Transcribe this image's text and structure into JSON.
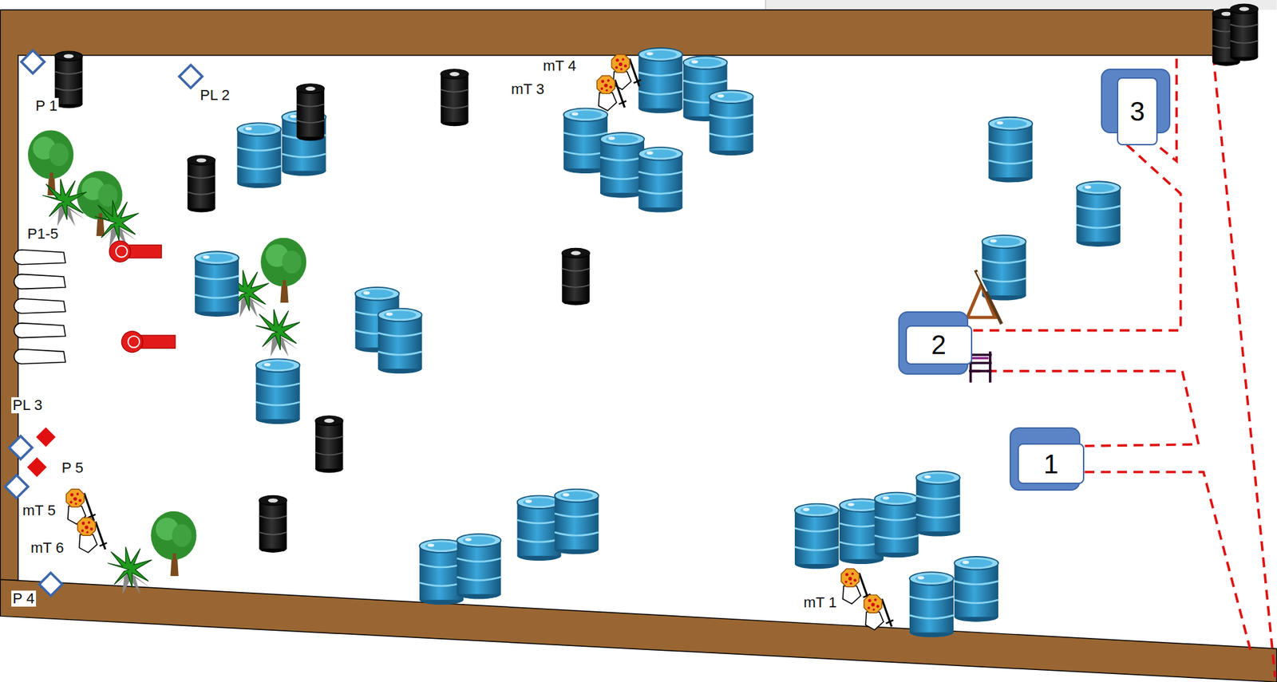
{
  "diagram": {
    "nodes": [
      {
        "text": [
          "3"
        ]
      },
      {
        "text": [
          "2"
        ]
      },
      {
        "text": [
          "1"
        ]
      }
    ],
    "labels": [
      "P 1",
      "PL 2",
      "mT 4",
      "mT 3",
      "P1-5",
      "PL 3",
      "P 5",
      "mT 5",
      "mT 6",
      "P 4",
      "mT 1"
    ]
  }
}
